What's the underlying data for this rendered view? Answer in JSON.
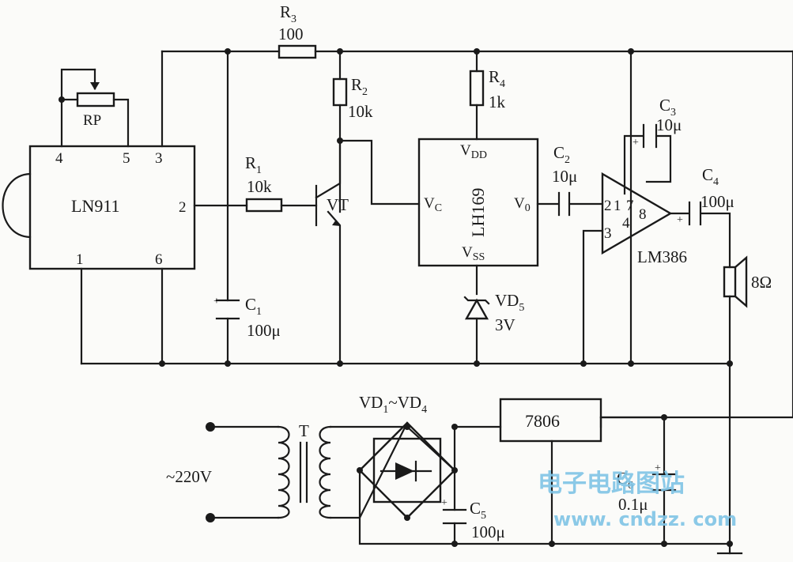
{
  "components": {
    "ic1": {
      "name": "LN911",
      "pins": [
        "4",
        "5",
        "3",
        "2",
        "1",
        "6"
      ]
    },
    "rp": "RP",
    "r3": {
      "ref": "R",
      "sub": "3",
      "value": "100"
    },
    "r2": {
      "ref": "R",
      "sub": "2",
      "value": "10k"
    },
    "r1": {
      "ref": "R",
      "sub": "1",
      "value": "10k"
    },
    "r4": {
      "ref": "R",
      "sub": "4",
      "value": "1k"
    },
    "vt": "VT",
    "c1": {
      "ref": "C",
      "sub": "1",
      "value": "100μ"
    },
    "ic2": {
      "name": "LH169",
      "vdd": "V",
      "vdd_sub": "DD",
      "vc": "V",
      "vc_sub": "C",
      "vo": "V",
      "vo_sub": "0",
      "vss": "V",
      "vss_sub": "SS"
    },
    "vd5": {
      "ref": "VD",
      "sub": "5",
      "value": "3V"
    },
    "c2": {
      "ref": "C",
      "sub": "2",
      "value": "10μ"
    },
    "c3": {
      "ref": "C",
      "sub": "3",
      "value": "10μ"
    },
    "amp": {
      "name": "LM386",
      "pins": [
        "2",
        "1",
        "7",
        "8",
        "4",
        "3"
      ]
    },
    "c4": {
      "ref": "C",
      "sub": "4",
      "value": "100μ"
    },
    "speaker": "8Ω",
    "transformer": "T",
    "mains": "~220V",
    "bridge": {
      "ref1": "VD",
      "sub1": "1",
      "sep": "~",
      "ref2": "VD",
      "sub2": "4"
    },
    "reg": "7806",
    "c5": {
      "ref": "C",
      "sub": "5",
      "value": "100μ"
    },
    "c6": {
      "ref": "C",
      "sub": "6",
      "value": "0.1μ"
    },
    "plus": "+"
  },
  "watermark": {
    "line1": "电子电路图站",
    "line2": "www. cndzz. com",
    "color": "#7fc4e6"
  }
}
